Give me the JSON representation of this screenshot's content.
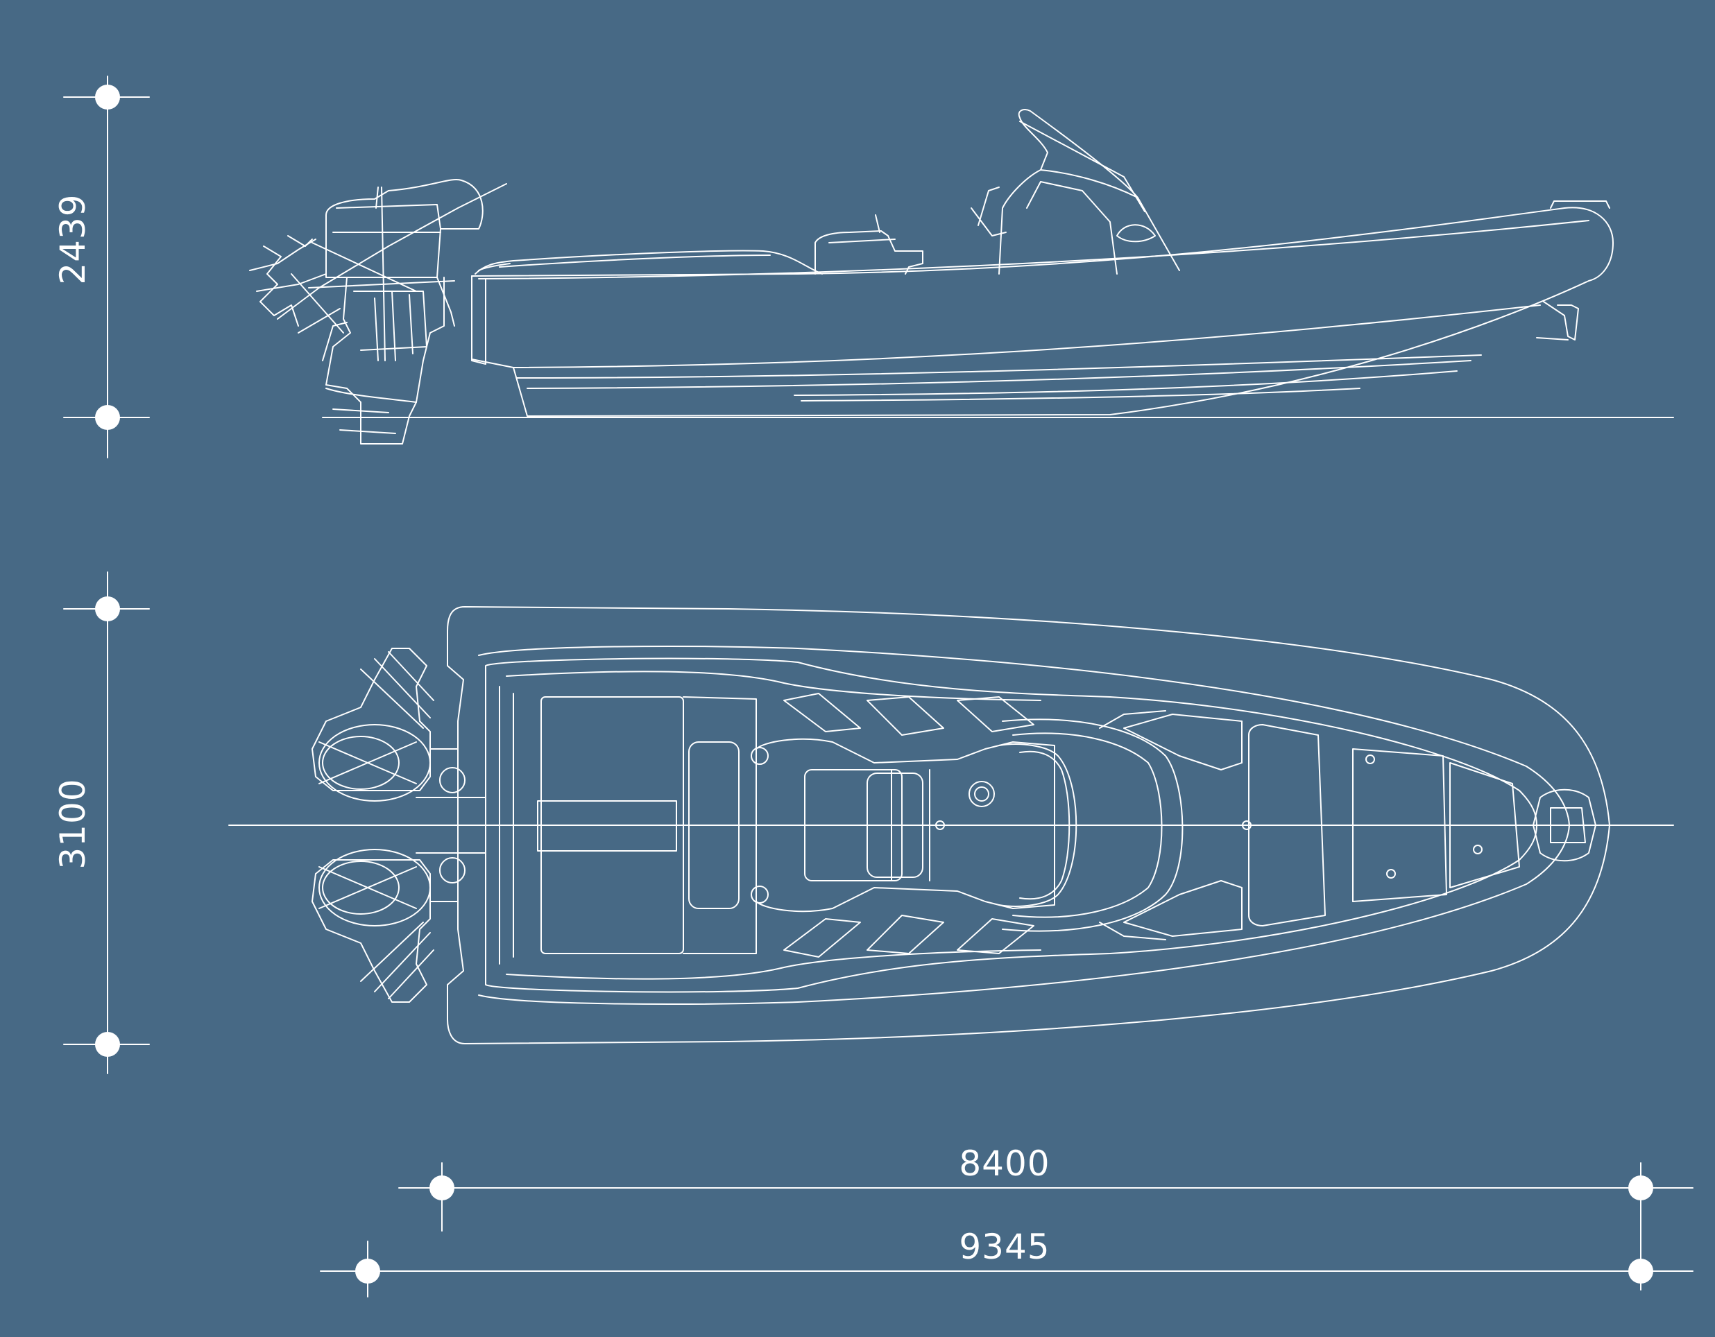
{
  "colors": {
    "background": "#476985",
    "line": "#ffffff"
  },
  "dimensions": {
    "side_height": "2439",
    "beam_width": "3100",
    "hull_length": "8400",
    "overall_length": "9345"
  }
}
